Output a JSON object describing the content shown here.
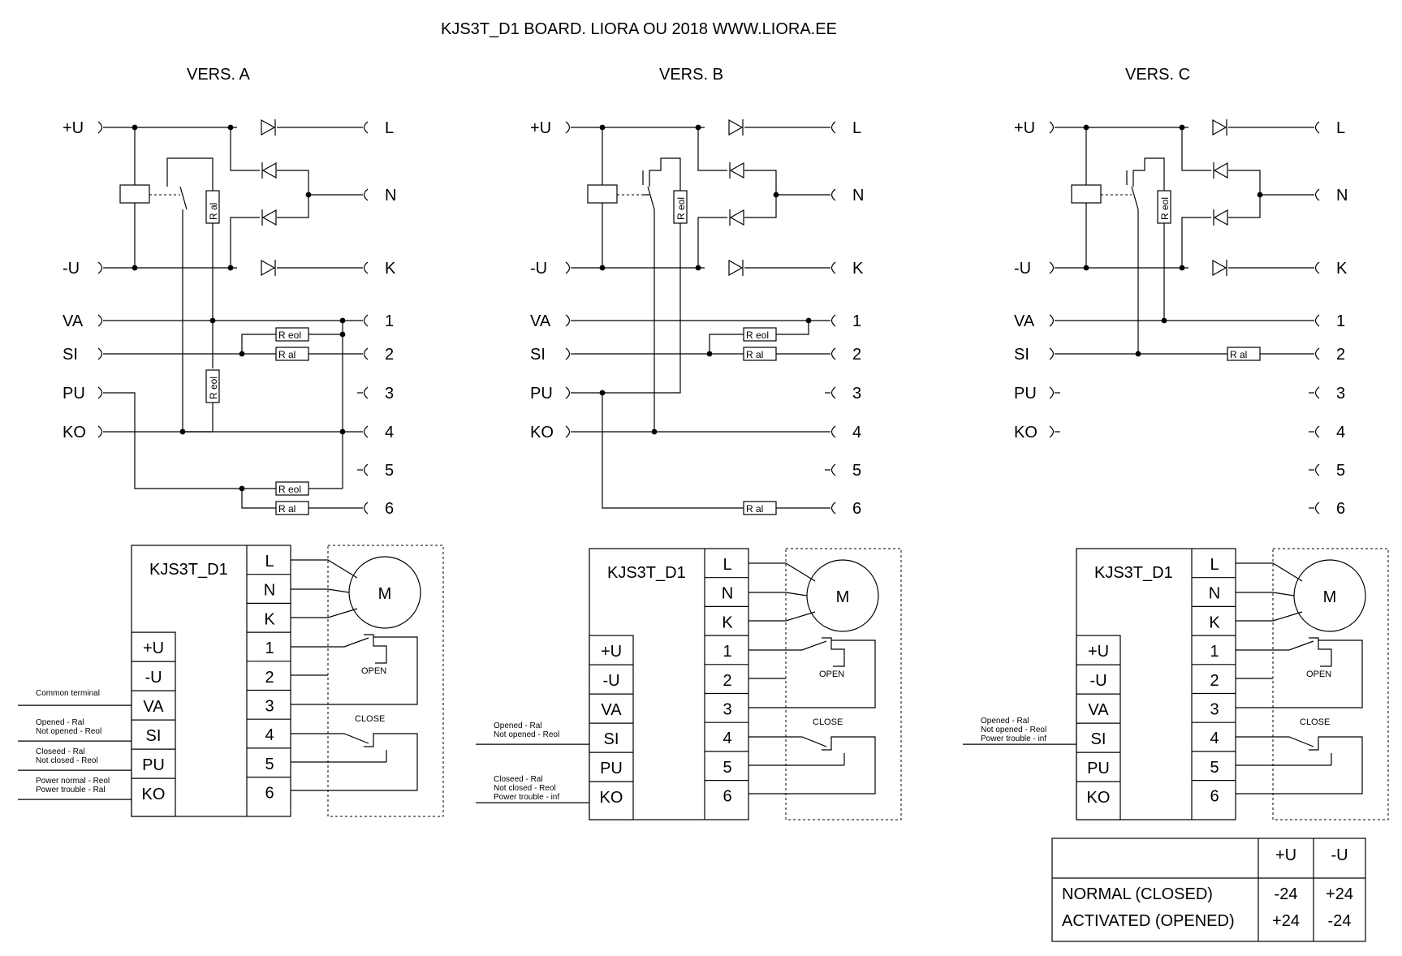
{
  "title": "KJS3T_D1  BOARD. LIORA OU  2018   WWW.LIORA.EE",
  "versions": [
    {
      "name": "VERS. A",
      "left_terms": [
        "+U",
        "-U",
        "VA",
        "SI",
        "PU",
        "KO"
      ],
      "right_terms": [
        "L",
        "N",
        "K",
        "1",
        "2",
        "3",
        "4",
        "5",
        "6"
      ],
      "res": {
        "relay_r": "R al",
        "pu_r": "R eol",
        "va_r": "R eol",
        "si_r": "R al",
        "b1": "R eol",
        "b2": "R al"
      },
      "board": {
        "name": "KJS3T_D1",
        "motor": "M",
        "open": "OPEN",
        "close": "CLOSE",
        "notes": {
          "va": [
            "Common terminal"
          ],
          "si": [
            "Opened - Ral",
            "Not opened - Reol"
          ],
          "pu": [
            "Closeed - Ral",
            "Not closed - Reol"
          ],
          "ko": [
            "Power normal - Reol",
            "Power trouble - Ral"
          ]
        }
      }
    },
    {
      "name": "VERS. B",
      "left_terms": [
        "+U",
        "-U",
        "VA",
        "SI",
        "PU",
        "KO"
      ],
      "right_terms": [
        "L",
        "N",
        "K",
        "1",
        "2",
        "3",
        "4",
        "5",
        "6"
      ],
      "res": {
        "relay_r": "R eol",
        "va_r": "R eol",
        "si_r": "R al",
        "b2": "R al"
      },
      "board": {
        "name": "KJS3T_D1",
        "motor": "M",
        "open": "OPEN",
        "close": "CLOSE",
        "notes": {
          "si": [
            "Opened - Ral",
            "Not opened - Reol"
          ],
          "ko": [
            "Closeed - Ral",
            "Not closed - Reol",
            "Power trouble - inf"
          ]
        }
      }
    },
    {
      "name": "VERS. C",
      "left_terms": [
        "+U",
        "-U",
        "VA",
        "SI",
        "PU",
        "KO"
      ],
      "right_terms": [
        "L",
        "N",
        "K",
        "1",
        "2",
        "3",
        "4",
        "5",
        "6"
      ],
      "res": {
        "relay_r": "R eol",
        "si_r": "R al"
      },
      "board": {
        "name": "KJS3T_D1",
        "motor": "M",
        "open": "OPEN",
        "close": "CLOSE",
        "notes": {
          "si": [
            "Opened - Ral",
            "Not opened - Reol",
            "Power trouble - inf"
          ]
        }
      }
    }
  ],
  "pins_left": [
    "+U",
    "-U",
    "VA",
    "SI",
    "PU",
    "KO"
  ],
  "pins_right": [
    "L",
    "N",
    "K",
    "1",
    "2",
    "3",
    "4",
    "5",
    "6"
  ],
  "table": {
    "headers": [
      "",
      "+U",
      "-U"
    ],
    "rows": [
      [
        "NORMAL (CLOSED)",
        "-24",
        "+24"
      ],
      [
        "ACTIVATED (OPENED)",
        "+24",
        "-24"
      ]
    ]
  }
}
